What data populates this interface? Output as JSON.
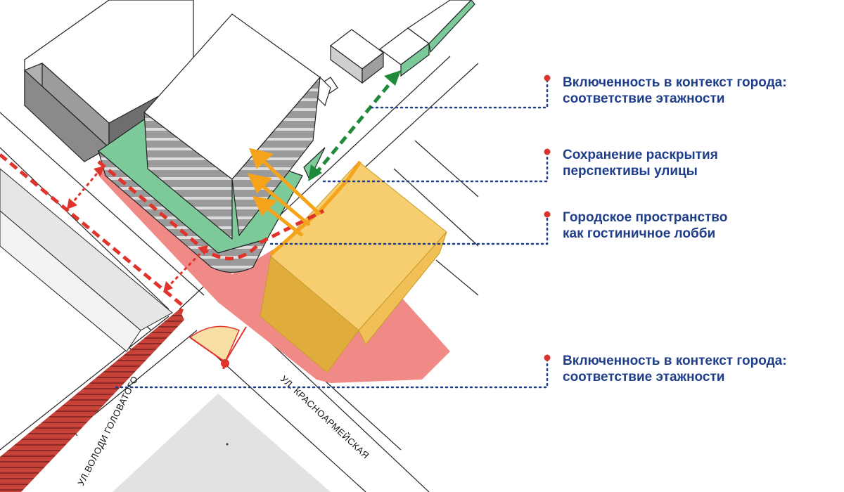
{
  "annotations": [
    {
      "line1": "Включенность в контекст города:",
      "line2": "соответствие этажности"
    },
    {
      "line1": "Сохранение раскрытия",
      "line2": "перспективы улицы"
    },
    {
      "line1": "Городское пространство",
      "line2": "как гостиничное лобби"
    },
    {
      "line1": "Включенность в контекст города:",
      "line2": "соответствие этажности"
    }
  ],
  "streets": {
    "golovatogo": "УЛ.ВОЛОДИ ГОЛОВАТОГО",
    "krasnoarmeyskaya": "УЛ. КРАСНОАРМЕЙСКАЯ"
  },
  "colors": {
    "annotation_text": "#1f3e8a",
    "annotation_marker": "#d6342c",
    "public_space_red": "#f08a86",
    "green_roof": "#7cc99a",
    "green_arrow": "#1f8a3a",
    "red_dashed": "#e0332b",
    "hotel_block": "#f6cd6f",
    "arrow_orange": "#f4a31a"
  }
}
